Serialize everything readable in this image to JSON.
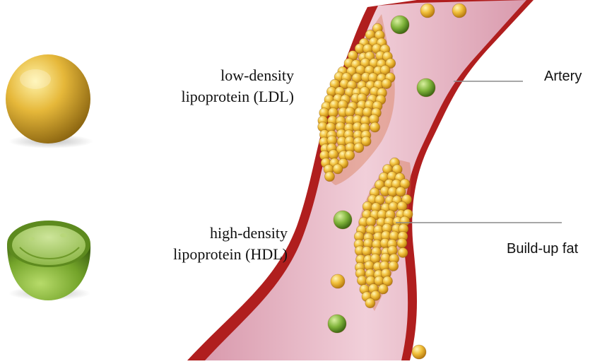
{
  "labels": {
    "ldl_line1": "low-density",
    "ldl_line2": "lipoprotein (LDL)",
    "hdl_line1": "high-density",
    "hdl_line2": "lipoprotein (HDL)",
    "artery": "Artery",
    "buildup": "Build-up fat"
  },
  "colors": {
    "artery_wall": "#b81c1c",
    "artery_lumen": "#e8b6c6",
    "ldl_particle": "#e8b93a",
    "hdl_particle": "#7fb33a",
    "leader_line": "#888888"
  },
  "icons": {
    "ldl": "ldl-sphere-icon",
    "hdl": "hdl-cup-icon"
  }
}
